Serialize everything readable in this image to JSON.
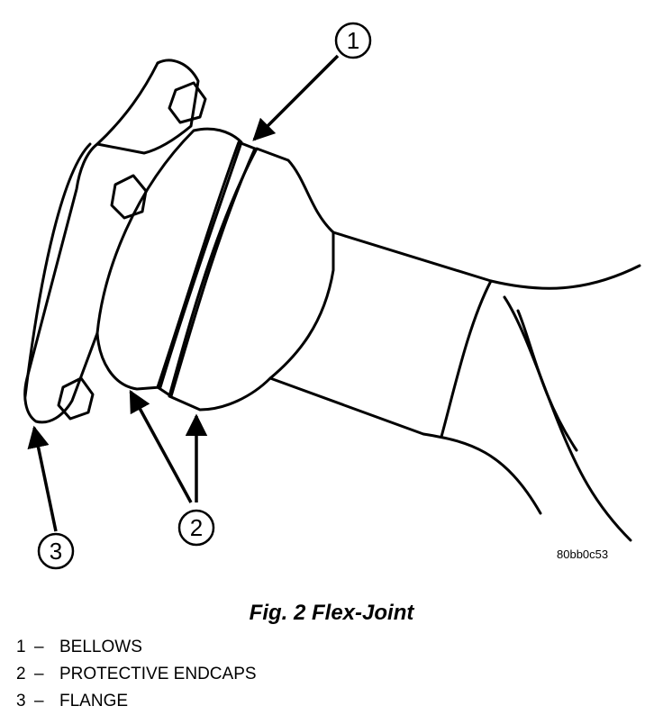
{
  "diagram": {
    "callouts": [
      {
        "id": "callout-1",
        "number": "1"
      },
      {
        "id": "callout-2",
        "number": "2"
      },
      {
        "id": "callout-3",
        "number": "3"
      }
    ],
    "figure_code": "80bb0c53"
  },
  "caption": "Fig. 2 Flex-Joint",
  "legend": [
    {
      "number": "1",
      "dash": "–",
      "label": "BELLOWS"
    },
    {
      "number": "2",
      "dash": "–",
      "label": "PROTECTIVE ENDCAPS"
    },
    {
      "number": "3",
      "dash": "–",
      "label": "FLANGE"
    }
  ]
}
